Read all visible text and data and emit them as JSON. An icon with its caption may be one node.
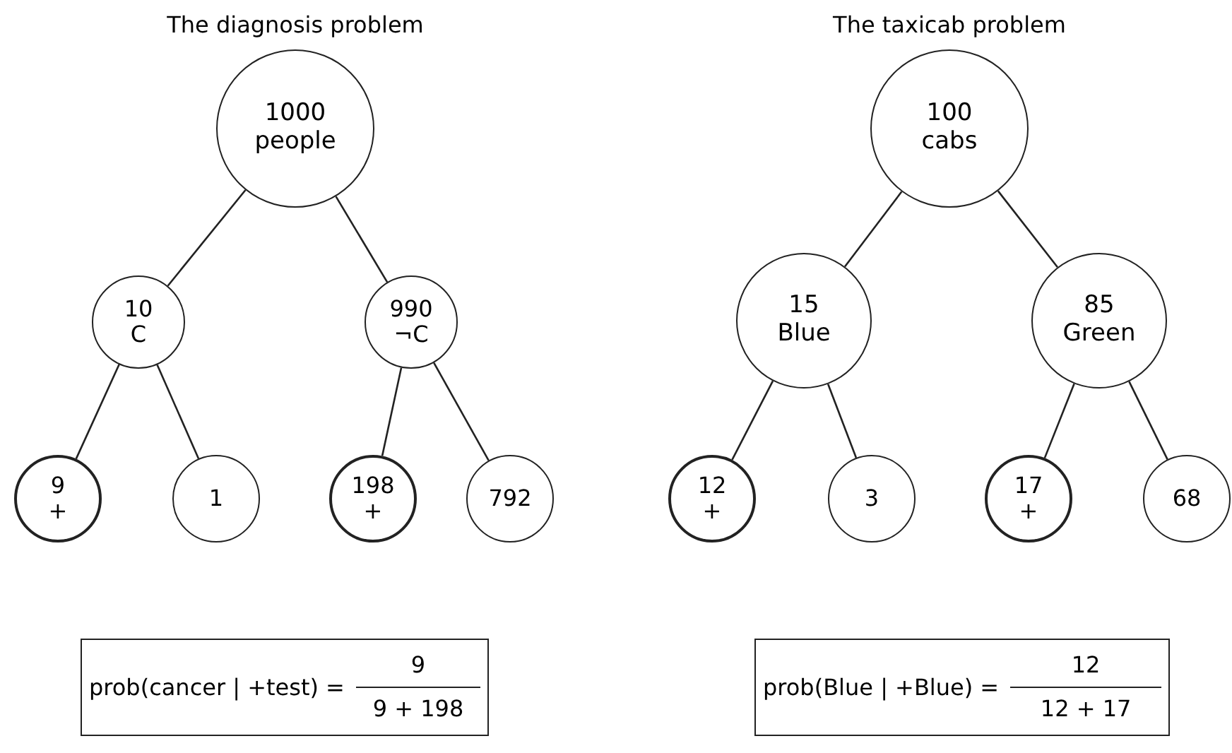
{
  "diagram": {
    "nodes": [
      {
        "text": [
          "1000",
          "people"
        ]
      },
      {
        "text": [
          "10",
          "C"
        ]
      },
      {
        "text": [
          "990",
          "¬C"
        ]
      },
      {
        "text": [
          "9",
          "+"
        ]
      },
      {
        "text": [
          "1"
        ]
      },
      {
        "text": [
          "198",
          "+"
        ]
      },
      {
        "text": [
          "792"
        ]
      },
      {
        "text": [
          "100",
          "cabs"
        ]
      },
      {
        "text": [
          "15",
          "Blue"
        ]
      },
      {
        "text": [
          "85",
          "Green"
        ]
      },
      {
        "text": [
          "12",
          "+"
        ]
      },
      {
        "text": [
          "3"
        ]
      },
      {
        "text": [
          "17",
          "+"
        ]
      },
      {
        "text": [
          "68"
        ]
      },
      {
        "text": [
          "prob(cancer | +test) =",
          "9",
          "9 + 198"
        ]
      },
      {
        "text": [
          "prob(Blue | +Blue) =",
          "12",
          "12 + 17"
        ]
      }
    ],
    "edges": [
      {
        "from": 0,
        "to": 1,
        "arrow": "none"
      },
      {
        "from": 0,
        "to": 2,
        "arrow": "none"
      },
      {
        "from": 1,
        "to": 3,
        "arrow": "none"
      },
      {
        "from": 1,
        "to": 4,
        "arrow": "none"
      },
      {
        "from": 2,
        "to": 5,
        "arrow": "none"
      },
      {
        "from": 2,
        "to": 6,
        "arrow": "none"
      },
      {
        "from": 7,
        "to": 8,
        "arrow": "none"
      },
      {
        "from": 7,
        "to": 9,
        "arrow": "none"
      },
      {
        "from": 8,
        "to": 10,
        "arrow": "none"
      },
      {
        "from": 8,
        "to": 11,
        "arrow": "none"
      },
      {
        "from": 9,
        "to": 12,
        "arrow": "none"
      },
      {
        "from": 9,
        "to": 13,
        "arrow": "none"
      }
    ],
    "labels": [
      "The diagnosis problem",
      "The taxicab problem"
    ]
  }
}
